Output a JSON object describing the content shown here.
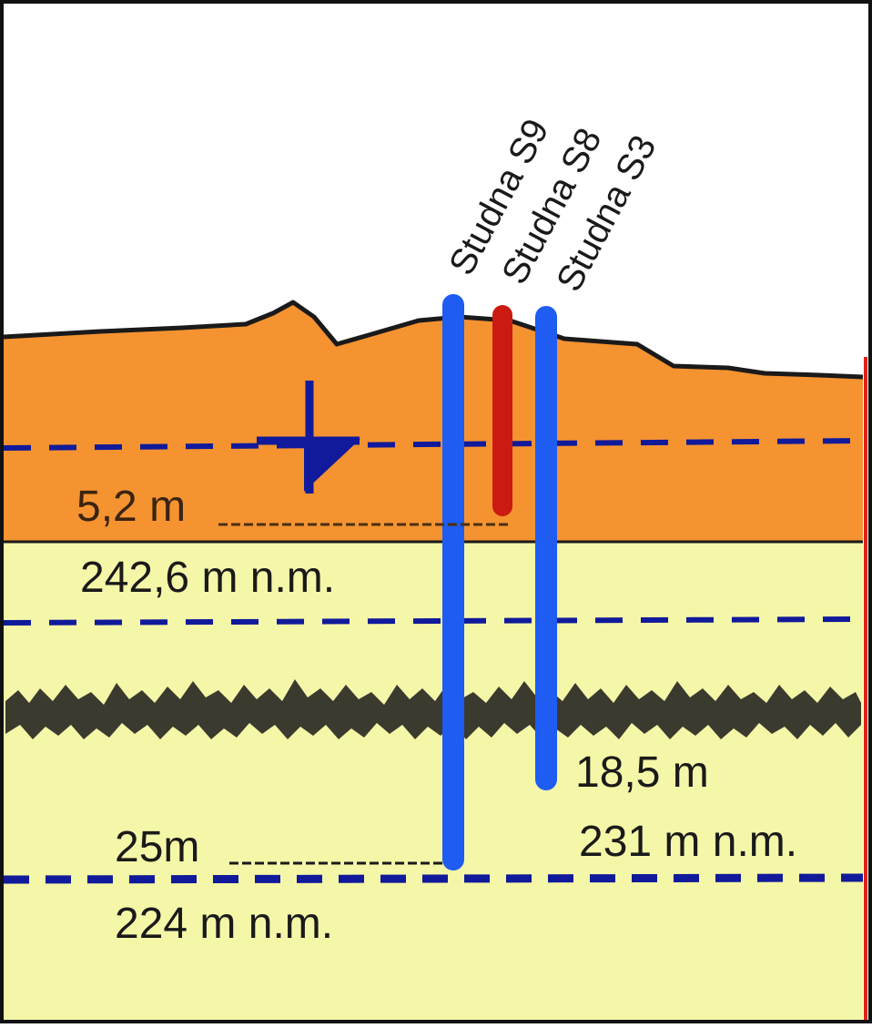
{
  "wells": [
    {
      "label": "Studna S9",
      "depth_label": "25m",
      "color": "#1e5cf2"
    },
    {
      "label": "Studna S8",
      "color": "#cc1a10"
    },
    {
      "label": "Studna S3",
      "depth_label": "18,5 m",
      "color": "#1e5cf2"
    }
  ],
  "annotations": {
    "layer_depth": "5,2 m",
    "layer_elevation": "242,6 m n.m.",
    "s3_elevation": "231 m n.m.",
    "s9_elevation": "224 m n.m."
  },
  "colors": {
    "upper_layer": "#f59331",
    "lower_layer": "#f5f7a8",
    "water_level": "#101a9a",
    "terrain": "#1a1a1a",
    "rock_band": "#3b3a2e",
    "right_edge": "#e0231a"
  },
  "icons": [
    "water-table-icon"
  ]
}
